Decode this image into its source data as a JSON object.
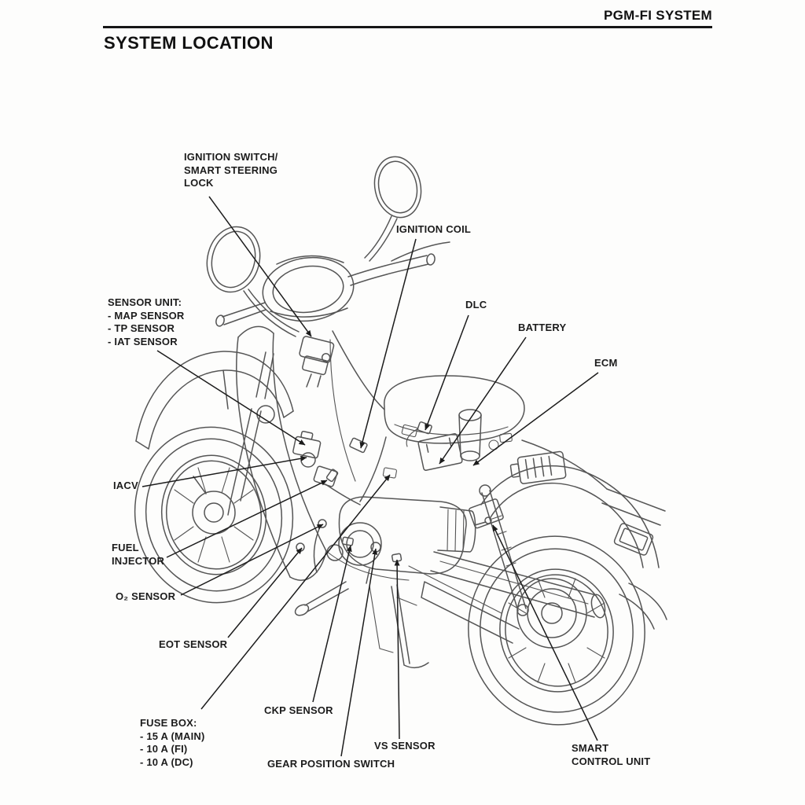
{
  "page": {
    "header_right": "PGM-FI SYSTEM",
    "title": "SYSTEM LOCATION"
  },
  "labels": {
    "ignition_switch": "IGNITION SWITCH/\nSMART STEERING\nLOCK",
    "ignition_coil": "IGNITION COIL",
    "sensor_unit": "SENSOR UNIT:\n- MAP SENSOR\n- TP SENSOR\n- IAT SENSOR",
    "dlc": "DLC",
    "battery": "BATTERY",
    "ecm": "ECM",
    "iacv": "IACV",
    "fuel_injector": "FUEL\nINJECTOR",
    "o2_sensor": "O₂ SENSOR",
    "eot_sensor": "EOT SENSOR",
    "fuse_box": "FUSE BOX:\n- 15 A (MAIN)\n- 10 A (FI)\n- 10 A (DC)",
    "ckp_sensor": "CKP SENSOR",
    "vs_sensor": "VS SENSOR",
    "gear_position_switch": "GEAR POSITION SWITCH",
    "smart_control_unit": "SMART\nCONTROL UNIT"
  },
  "colors": {
    "ink": "#1c1c1c",
    "line_art": "#555555",
    "background": "#fdfdfc"
  }
}
